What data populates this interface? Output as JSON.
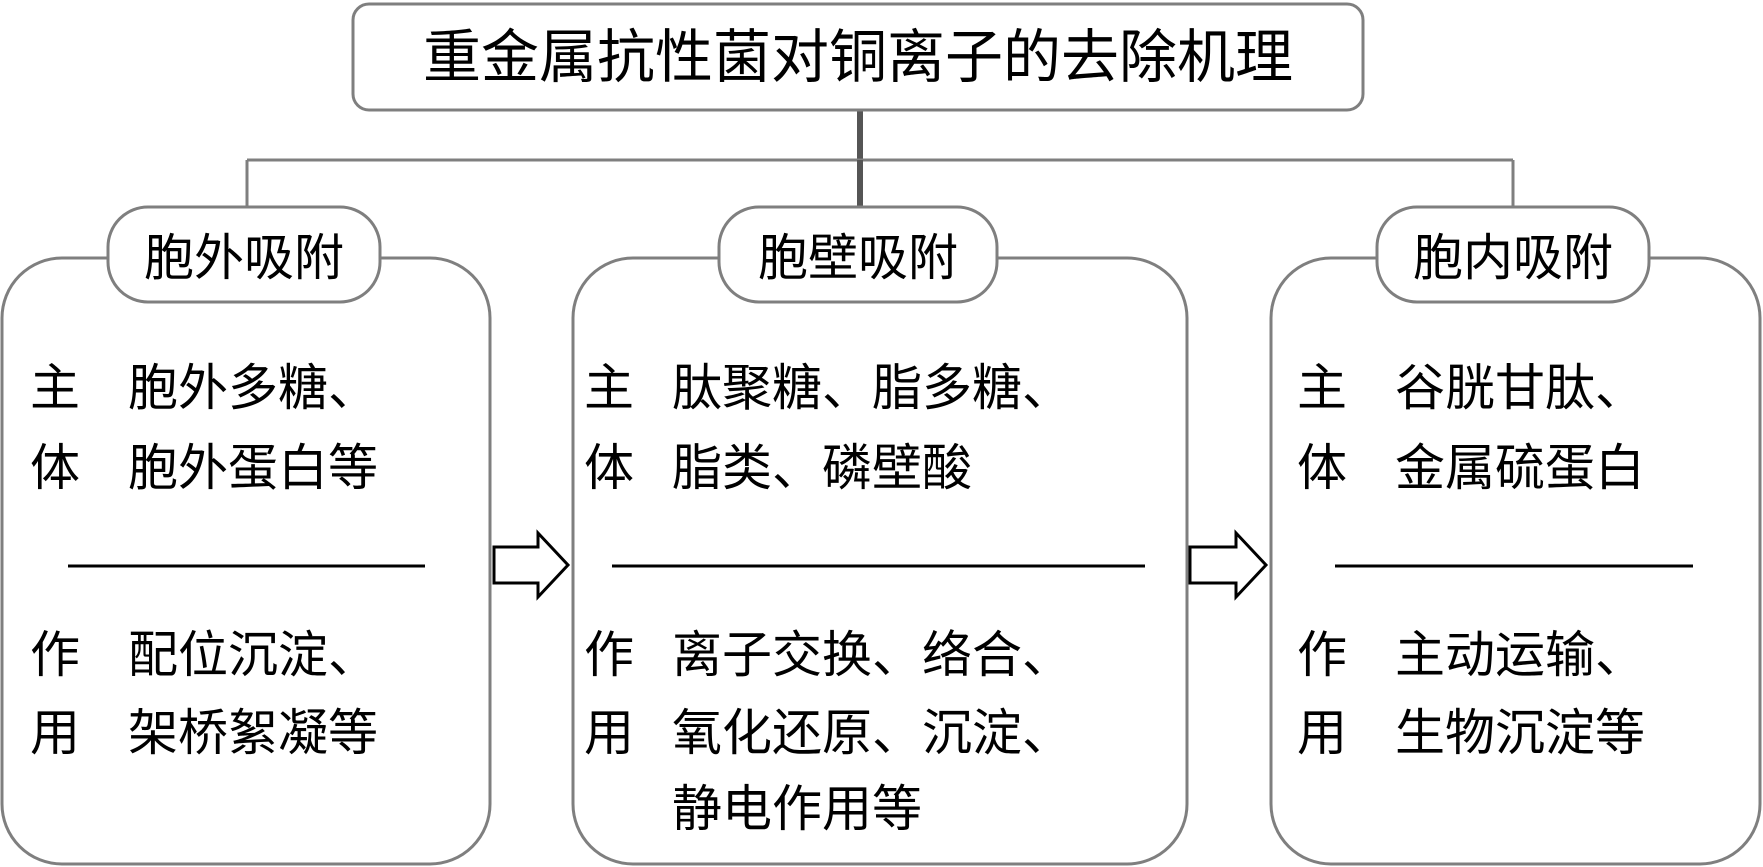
{
  "title": "重金属抗性菌对铜离子的去除机理",
  "columns": [
    {
      "header": "胞外吸附",
      "subject_label": [
        "主",
        "体"
      ],
      "subject_lines": [
        "胞外多糖、",
        "胞外蛋白等"
      ],
      "function_label": [
        "作",
        "用"
      ],
      "function_lines": [
        "配位沉淀、",
        "架桥絮凝等"
      ]
    },
    {
      "header": "胞壁吸附",
      "subject_label": [
        "主",
        "体"
      ],
      "subject_lines": [
        "肽聚糖、脂多糖、",
        "脂类、磷壁酸"
      ],
      "function_label": [
        "作",
        "用"
      ],
      "function_lines": [
        "离子交换、络合、",
        "氧化还原、沉淀、",
        "静电作用等"
      ]
    },
    {
      "header": "胞内吸附",
      "subject_label": [
        "主",
        "体"
      ],
      "subject_lines": [
        "谷胱甘肽、",
        "金属硫蛋白"
      ],
      "function_label": [
        "作",
        "用"
      ],
      "function_lines": [
        "主动运输、",
        "生物沉淀等"
      ]
    }
  ]
}
